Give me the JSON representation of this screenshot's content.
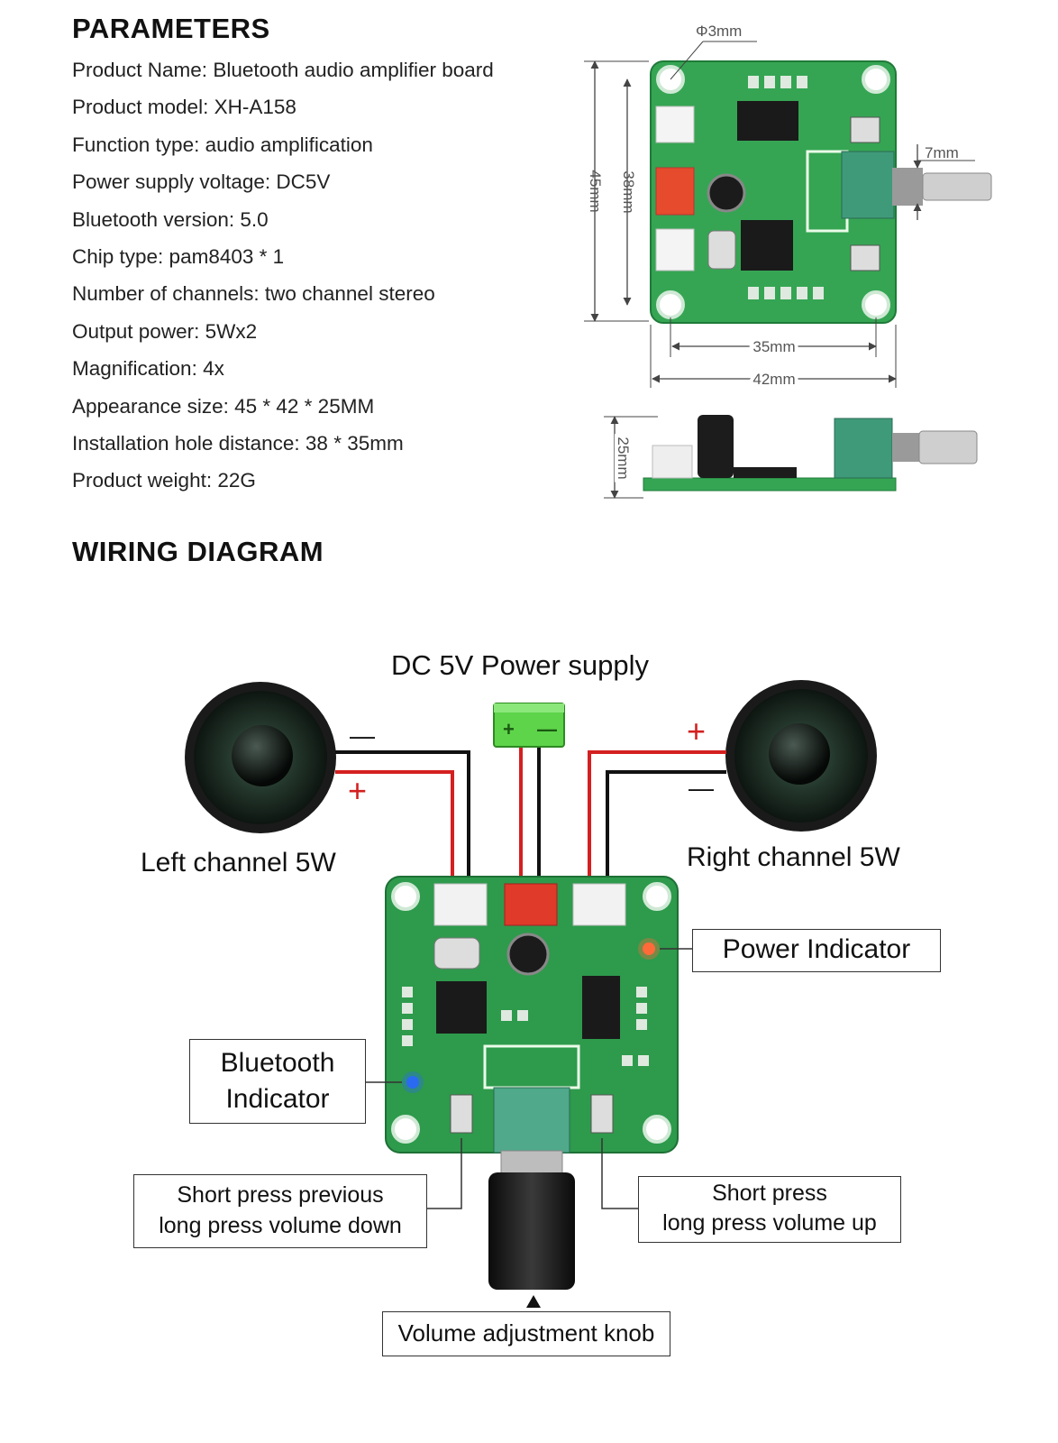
{
  "parameters": {
    "title": "PARAMETERS",
    "items": [
      "Product Name: Bluetooth audio amplifier board",
      "Product model: XH-A158",
      "Function type: audio amplification",
      "Power supply voltage: DC5V",
      "Bluetooth version: 5.0",
      "Chip type: pam8403 * 1",
      "Number of channels: two channel stereo",
      "Output power: 5Wx2",
      "Magnification: 4x",
      "Appearance size: 45 * 42 * 25MM",
      "Installation hole distance: 38 * 35mm",
      "Product weight: 22G"
    ]
  },
  "dimensions": {
    "hole": "Φ3mm",
    "shaft": "7mm",
    "height_outer": "45mm",
    "height_holes": "38mm",
    "width_holes": "35mm",
    "width_outer": "42mm",
    "depth": "25mm"
  },
  "wiring": {
    "title": "WIRING DIAGRAM",
    "power_supply": "DC 5V Power supply",
    "left_channel": "Left channel 5W",
    "right_channel": "Right channel 5W",
    "power_indicator": "Power Indicator",
    "bt_indicator_1": "Bluetooth",
    "bt_indicator_2": "Indicator",
    "prev_1": "Short press previous",
    "prev_2": "long press volume down",
    "next_1": "Short press",
    "next_2": "long press volume up",
    "knob": "Volume adjustment knob",
    "plus": "+",
    "minus": "—"
  },
  "colors": {
    "pcb": "#2e9a4c",
    "wire_red": "#d42020",
    "wire_black": "#111111",
    "connector_red": "#e03a2a",
    "terminal_green": "#5ed44a"
  }
}
